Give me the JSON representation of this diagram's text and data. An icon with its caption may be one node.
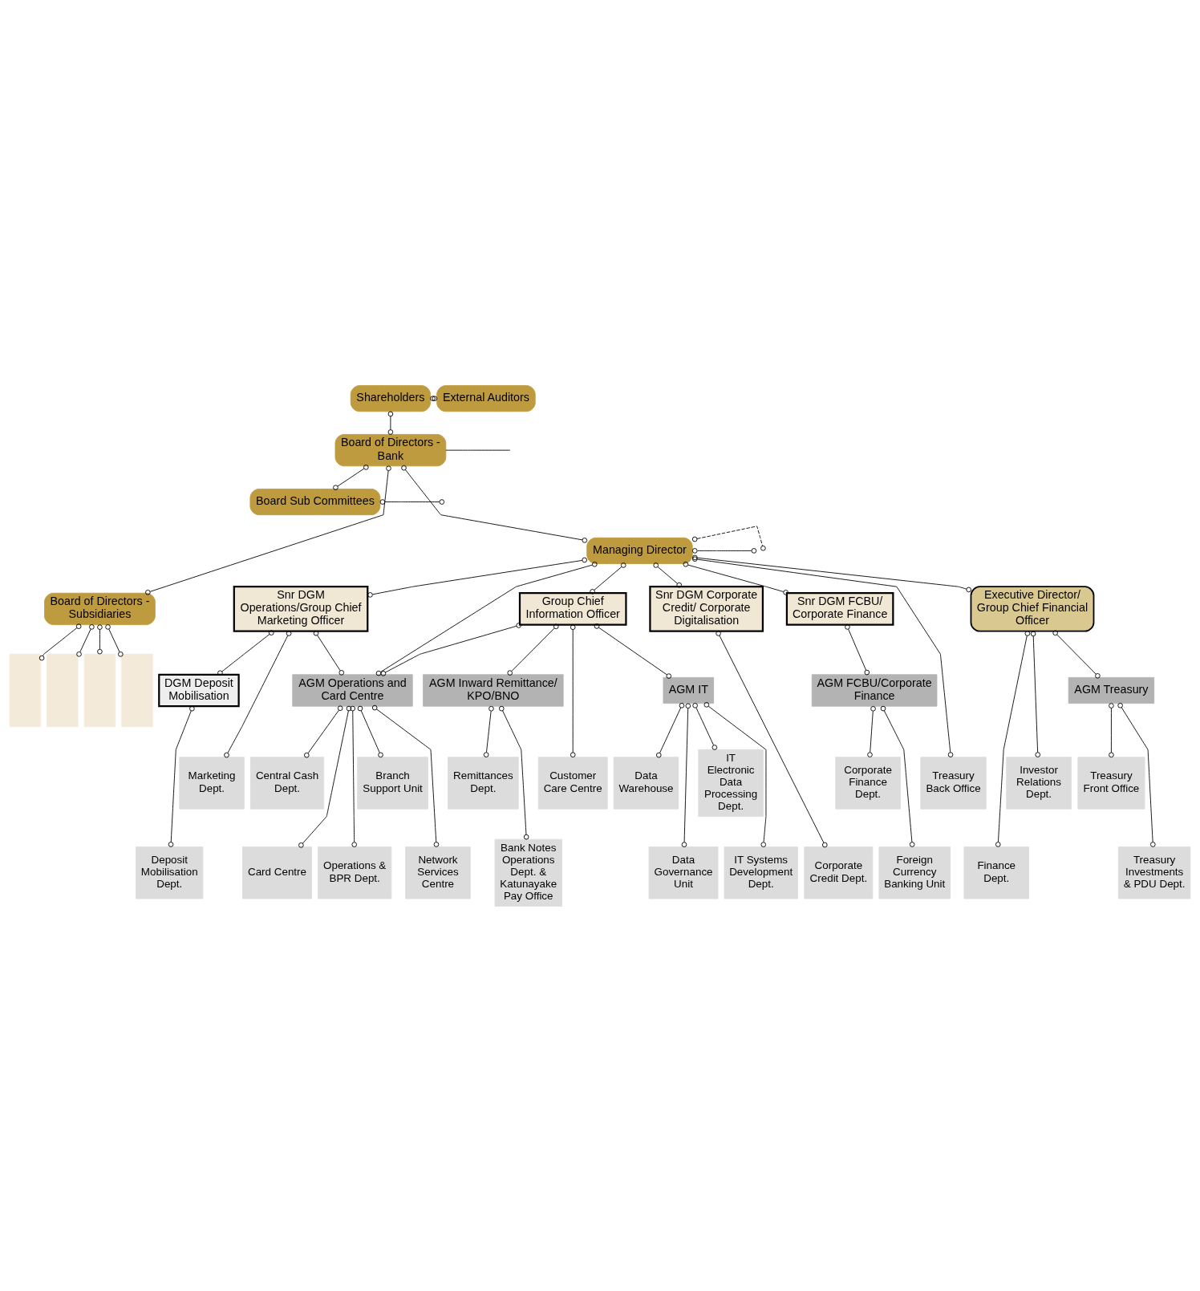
{
  "diagram": {
    "nodes": [
      {
        "text": [
          "Shareholders"
        ]
      },
      {
        "text": [
          "External Auditors"
        ]
      },
      {
        "text": [
          "Board of Directors - Bank"
        ]
      },
      {
        "text": [
          "Board Sub Committees"
        ]
      },
      {
        "text": [
          "Board of Directors - Subsidiaries"
        ]
      },
      {
        "text": [],
        "shape": "box"
      },
      {
        "text": [],
        "shape": "box"
      },
      {
        "text": [],
        "shape": "box"
      },
      {
        "text": [],
        "shape": "box"
      },
      {
        "text": [
          "Managing Director"
        ]
      },
      {
        "text": [
          "Executive Director/ Group Chief Financial Officer"
        ]
      },
      {
        "text": [
          "Snr DGM Operations/Group Chief Marketing Officer"
        ]
      },
      {
        "text": [
          "Group Chief Information Officer"
        ]
      },
      {
        "text": [
          "Snr DGM Corporate Credit/ Corporate Digitalisation"
        ]
      },
      {
        "text": [
          "Snr DGM FCBU/ Corporate Finance"
        ]
      },
      {
        "text": [
          "DGM Deposit Mobilisation"
        ]
      },
      {
        "text": [
          "AGM Operations and Card Centre"
        ]
      },
      {
        "text": [
          "AGM IT"
        ]
      },
      {
        "text": [
          "AGM Inward Remittance/ KPO/BNO"
        ]
      },
      {
        "text": [
          "AGM Treasury"
        ]
      },
      {
        "text": [
          "AGM FCBU/Corporate Finance"
        ]
      },
      {
        "text": [
          "Marketing Dept."
        ]
      },
      {
        "text": [
          "Deposit Mobilisation Dept."
        ]
      },
      {
        "text": [
          "Treasury Back Office"
        ]
      },
      {
        "text": [
          "Operations & BPR Dept."
        ]
      },
      {
        "text": [
          "Branch Support Unit"
        ]
      },
      {
        "text": [
          "Network Services Centre"
        ]
      },
      {
        "text": [
          "Central Cash Dept."
        ]
      },
      {
        "text": [
          "Card Centre"
        ]
      },
      {
        "text": [
          "IT Electronic Data Processing Dept."
        ]
      },
      {
        "text": [
          "IT Systems Development Dept."
        ]
      },
      {
        "text": [
          "Data Warehouse"
        ]
      },
      {
        "text": [
          "Data Governance Unit"
        ]
      },
      {
        "text": [
          "Remittances Dept."
        ]
      },
      {
        "text": [
          "Bank Notes Operations Dept. & Katunayake Pay Office"
        ]
      },
      {
        "text": [
          "Customer Care Centre"
        ]
      },
      {
        "text": [
          "Finance Dept."
        ]
      },
      {
        "text": [
          "Treasury Front Office"
        ]
      },
      {
        "text": [
          "Treasury Investments & PDU Dept."
        ]
      },
      {
        "text": [
          "Investor Relations Dept."
        ]
      },
      {
        "text": [
          "Corporate Credit Dept."
        ]
      },
      {
        "text": [
          "Corporate Finance Dept."
        ]
      },
      {
        "text": [
          "Foreign Currency Banking Unit"
        ]
      }
    ],
    "edges": [
      {
        "from": 0,
        "to": 1,
        "arrow": "other"
      },
      {
        "from": 0,
        "to": 2,
        "arrow": "other"
      },
      {
        "from": 2,
        "to": 3,
        "arrow": "other"
      },
      {
        "from": 2,
        "to": null,
        "arrow": "none"
      },
      {
        "from": 3,
        "to": null,
        "arrow": "other"
      },
      {
        "from": 2,
        "to": 4,
        "arrow": "other"
      },
      {
        "from": 4,
        "to": 5,
        "arrow": "other"
      },
      {
        "from": 4,
        "to": 6,
        "arrow": "other"
      },
      {
        "from": 4,
        "to": 7,
        "arrow": "other"
      },
      {
        "from": 4,
        "to": 8,
        "arrow": "other"
      },
      {
        "from": 2,
        "to": 9,
        "arrow": "other"
      },
      {
        "from": 9,
        "to": null,
        "arrow": "other",
        "style": "dashed"
      },
      {
        "from": 9,
        "to": 10,
        "arrow": "other"
      },
      {
        "from": 9,
        "to": 11,
        "arrow": "other"
      },
      {
        "from": 9,
        "to": 12,
        "arrow": "other"
      },
      {
        "from": 9,
        "to": 13,
        "arrow": "other"
      },
      {
        "from": 9,
        "to": 14,
        "arrow": "other"
      },
      {
        "from": 9,
        "to": null,
        "arrow": "other"
      },
      {
        "from": 9,
        "to": 23,
        "arrow": "other"
      },
      {
        "from": 9,
        "to": 16,
        "arrow": "other"
      },
      {
        "from": 11,
        "to": 15,
        "arrow": "other"
      },
      {
        "from": 11,
        "to": 21,
        "arrow": "other"
      },
      {
        "from": 11,
        "to": 16,
        "arrow": "other"
      },
      {
        "from": 15,
        "to": 22,
        "arrow": "other"
      },
      {
        "from": 12,
        "to": 16,
        "arrow": "other"
      },
      {
        "from": 12,
        "to": 17,
        "arrow": "other"
      },
      {
        "from": 12,
        "to": 18,
        "arrow": "other"
      },
      {
        "from": 12,
        "to": 35,
        "arrow": "other"
      },
      {
        "from": 16,
        "to": 24,
        "arrow": "other"
      },
      {
        "from": 16,
        "to": 25,
        "arrow": "other"
      },
      {
        "from": 16,
        "to": 26,
        "arrow": "other"
      },
      {
        "from": 16,
        "to": 27,
        "arrow": "other"
      },
      {
        "from": 16,
        "to": 28,
        "arrow": "other"
      },
      {
        "from": 17,
        "to": 29,
        "arrow": "other"
      },
      {
        "from": 17,
        "to": 30,
        "arrow": "other"
      },
      {
        "from": 17,
        "to": 31,
        "arrow": "other"
      },
      {
        "from": 17,
        "to": 32,
        "arrow": "other"
      },
      {
        "from": 18,
        "to": 33,
        "arrow": "other"
      },
      {
        "from": 18,
        "to": 34,
        "arrow": "other"
      },
      {
        "from": 10,
        "to": 19,
        "arrow": "other"
      },
      {
        "from": 10,
        "to": 36,
        "arrow": "other"
      },
      {
        "from": 10,
        "to": 39,
        "arrow": "other"
      },
      {
        "from": 19,
        "to": 37,
        "arrow": "other"
      },
      {
        "from": 19,
        "to": 38,
        "arrow": "other"
      },
      {
        "from": 13,
        "to": 40,
        "arrow": "other"
      },
      {
        "from": 14,
        "to": 20,
        "arrow": "other"
      },
      {
        "from": 20,
        "to": 41,
        "arrow": "other"
      },
      {
        "from": 20,
        "to": 42,
        "arrow": "other"
      }
    ]
  }
}
